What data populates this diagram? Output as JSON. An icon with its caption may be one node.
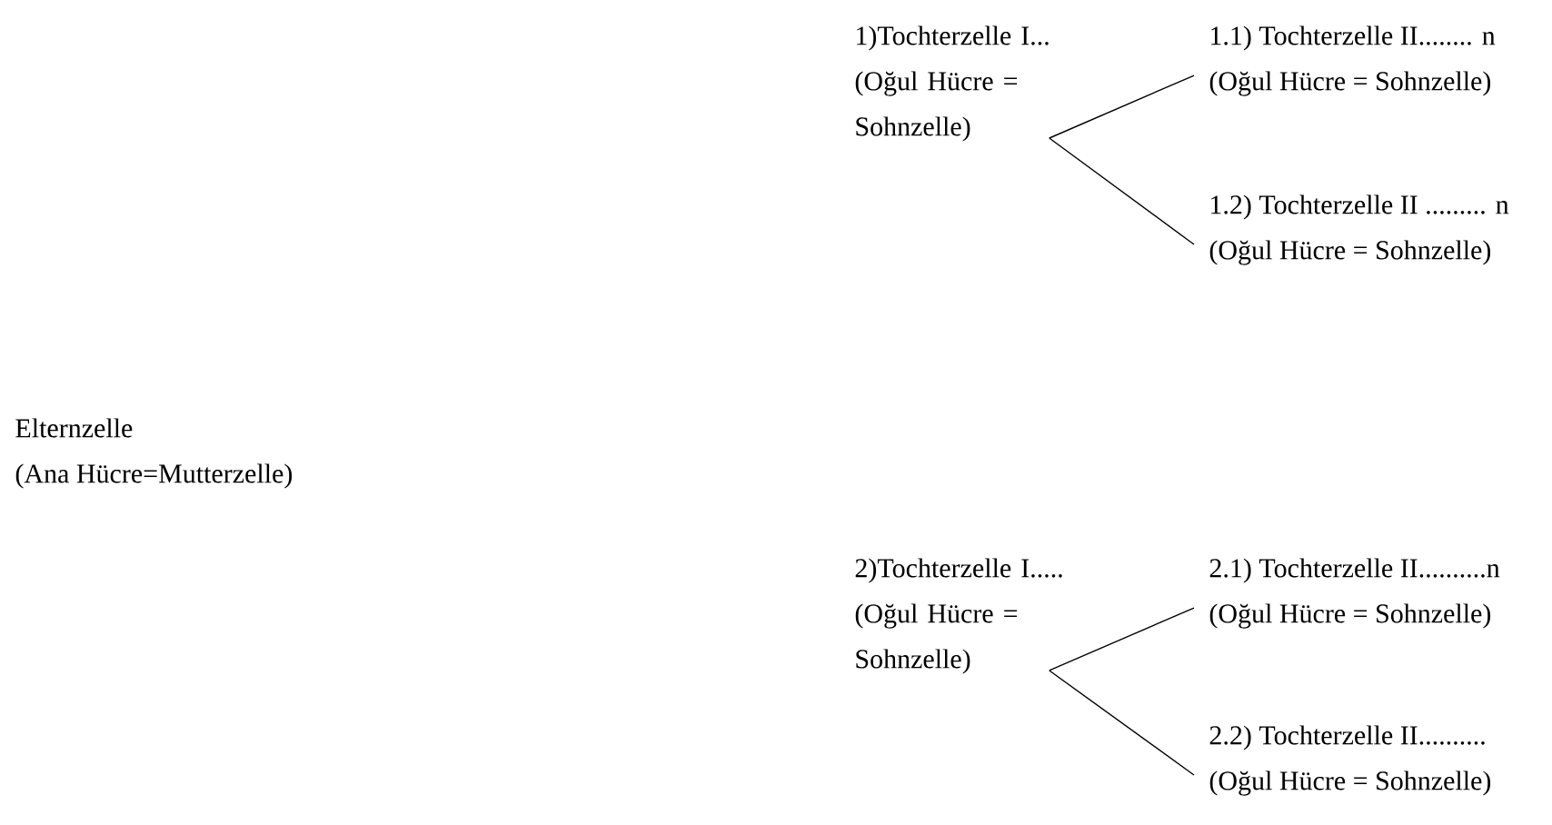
{
  "diagram": {
    "nodes": [
      {
        "text": [
          "Elternzelle",
          "(Ana Hücre=Mutterzelle)"
        ]
      },
      {
        "text": [
          "1)Tochterzelle I...",
          "(Oğul Hücre = Sohnzelle)"
        ]
      },
      {
        "text": [
          "1.1) Tochterzelle II........ n",
          "(Oğul Hücre = Sohnzelle)"
        ]
      },
      {
        "text": [
          "1.2) Tochterzelle II ......... n",
          "(Oğul Hücre = Sohnzelle)"
        ]
      },
      {
        "text": [
          "2)Tochterzelle I.....",
          "(Oğul Hücre = Sohnzelle)"
        ]
      },
      {
        "text": [
          "2.1) Tochterzelle II..........n",
          "(Oğul Hücre = Sohnzelle)"
        ]
      },
      {
        "text": [
          "2.2) Tochterzelle II..........",
          "(Oğul Hücre = Sohnzelle)"
        ]
      }
    ],
    "edges": [
      {
        "from": 1,
        "to": 2,
        "arrow": "none"
      },
      {
        "from": 1,
        "to": 3,
        "arrow": "none"
      },
      {
        "from": 4,
        "to": 5,
        "arrow": "none"
      },
      {
        "from": 4,
        "to": 6,
        "arrow": "none"
      }
    ]
  }
}
